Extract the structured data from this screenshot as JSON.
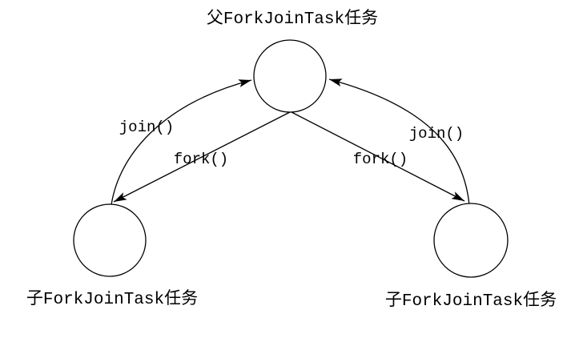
{
  "diagram": {
    "type": "fork-join-task-flow",
    "background_color": "#ffffff",
    "line_color": "#000000",
    "text_color": "#000000",
    "nodes": {
      "parent": {
        "id": "parent",
        "label": "父ForkJoinTask任务",
        "shape": "circle"
      },
      "child_left": {
        "id": "child_left",
        "label": "子ForkJoinTask任务",
        "shape": "circle"
      },
      "child_right": {
        "id": "child_right",
        "label": "子ForkJoinTask任务",
        "shape": "circle"
      }
    },
    "edges": {
      "join_left": {
        "label": "join()",
        "from": "child_left",
        "to": "parent",
        "style": "curved",
        "arrow": "filled-triangle"
      },
      "fork_left": {
        "label": "fork()",
        "from": "parent",
        "to": "child_left",
        "style": "straight",
        "arrow": "filled-triangle"
      },
      "fork_right": {
        "label": "fork()",
        "from": "parent",
        "to": "child_right",
        "style": "straight",
        "arrow": "filled-triangle"
      },
      "join_right": {
        "label": "join()",
        "from": "child_right",
        "to": "parent",
        "style": "curved",
        "arrow": "filled-triangle"
      }
    }
  }
}
